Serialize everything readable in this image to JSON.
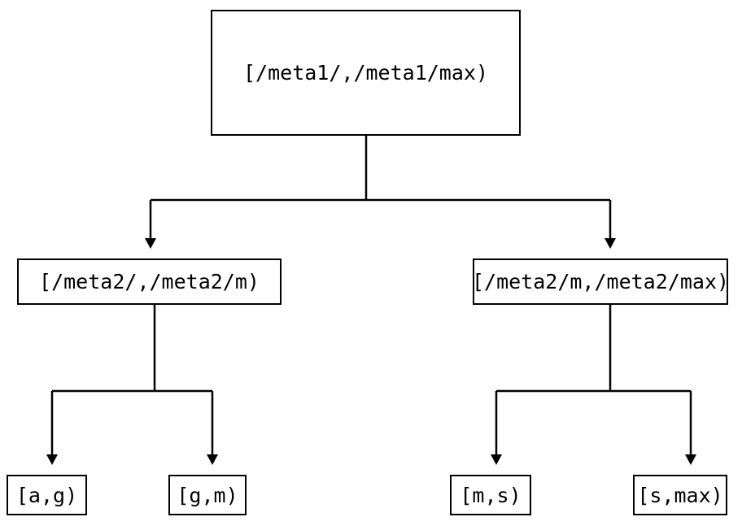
{
  "diagram": {
    "kind": "binary-range-tree",
    "background_color": "#ffffff",
    "stroke_color": "#000000",
    "text_color": "#000000",
    "root": {
      "id": "root",
      "label": "[/meta1/,/meta1/max)"
    },
    "middle": [
      {
        "id": "mid-left",
        "label": "[/meta2/,/meta2/m)"
      },
      {
        "id": "mid-right",
        "label": "[/meta2/m,/meta2/max)"
      }
    ],
    "leaves": [
      {
        "id": "leaf-a-g",
        "label": "[a,g)"
      },
      {
        "id": "leaf-g-m",
        "label": "[g,m)"
      },
      {
        "id": "leaf-m-s",
        "label": "[m,s)"
      },
      {
        "id": "leaf-s-max",
        "label": "[s,max)"
      }
    ],
    "edges": [
      {
        "id": "edge-root-midleft",
        "from": "root",
        "to": "mid-left",
        "arrow": "down-triangle"
      },
      {
        "id": "edge-root-midright",
        "from": "root",
        "to": "mid-right",
        "arrow": "down-triangle"
      },
      {
        "id": "edge-midleft-leafag",
        "from": "mid-left",
        "to": "leaf-a-g",
        "arrow": "down-triangle"
      },
      {
        "id": "edge-midleft-leafgm",
        "from": "mid-left",
        "to": "leaf-g-m",
        "arrow": "down-triangle"
      },
      {
        "id": "edge-midright-leafms",
        "from": "mid-right",
        "to": "leaf-m-s",
        "arrow": "down-triangle"
      },
      {
        "id": "edge-midright-leafsmax",
        "from": "mid-right",
        "to": "leaf-s-max",
        "arrow": "down-triangle"
      }
    ]
  }
}
